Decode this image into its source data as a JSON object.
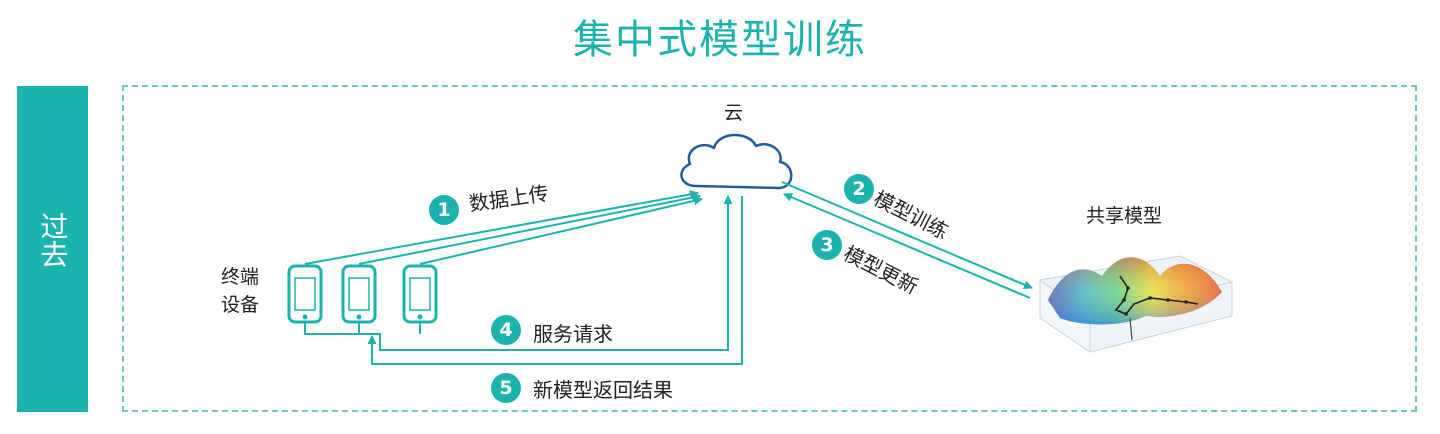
{
  "title": "集中式模型训练",
  "side_label": "过去",
  "nodes": {
    "cloud": "云",
    "devices": [
      "终端",
      "设备"
    ],
    "shared_model": "共享模型"
  },
  "steps": [
    {
      "num": "1",
      "label": "数据上传"
    },
    {
      "num": "2",
      "label": "模型训练"
    },
    {
      "num": "3",
      "label": "模型更新"
    },
    {
      "num": "4",
      "label": "服务请求"
    },
    {
      "num": "5",
      "label": "新模型返回结果"
    }
  ],
  "colors": {
    "accent": "#1cb2ad",
    "frame": "#6cc7c3",
    "cloud_stroke": "#1f5d9a",
    "text": "#222222"
  },
  "icons": [
    "cloud-icon",
    "phone-icon",
    "surface-plot-icon"
  ]
}
